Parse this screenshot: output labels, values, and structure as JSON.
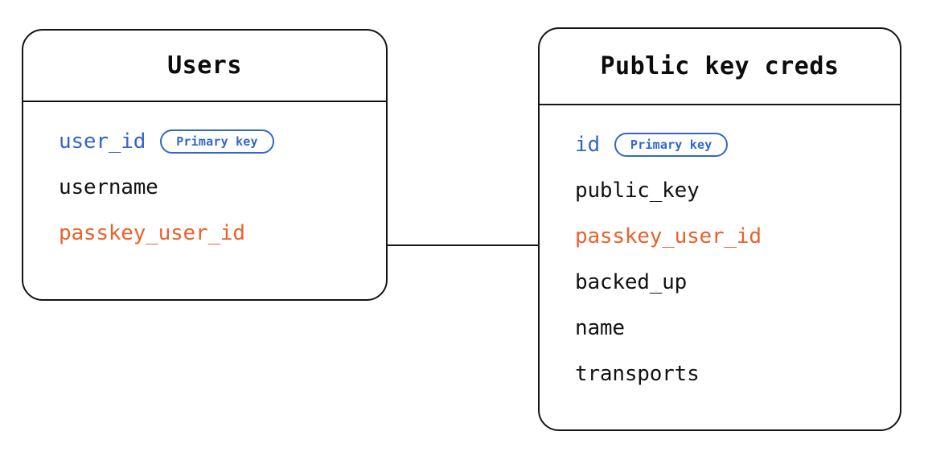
{
  "diagram": {
    "type": "entity-relationship-diagram",
    "background_color": "#ffffff",
    "colors": {
      "border": "#141414",
      "text": "#121212",
      "primary_key": "#3366CC",
      "foreign_key": "#E8622C",
      "connector": "#1a1a1a"
    },
    "badge_label": "Primary key",
    "entities": [
      {
        "id": "users",
        "title": "Users",
        "fields": [
          {
            "name": "user_id",
            "role": "pk",
            "badge": "Primary key"
          },
          {
            "name": "username",
            "role": "plain",
            "badge": ""
          },
          {
            "name": "passkey_user_id",
            "role": "fk",
            "badge": ""
          }
        ]
      },
      {
        "id": "public-key-creds",
        "title": "Public key creds",
        "fields": [
          {
            "name": "id",
            "role": "pk",
            "badge": "Primary key"
          },
          {
            "name": "public_key",
            "role": "plain",
            "badge": ""
          },
          {
            "name": "passkey_user_id",
            "role": "fk",
            "badge": ""
          },
          {
            "name": "backed_up",
            "role": "plain",
            "badge": ""
          },
          {
            "name": "name",
            "role": "plain",
            "badge": ""
          },
          {
            "name": "transports",
            "role": "plain",
            "badge": ""
          }
        ]
      }
    ],
    "relationships": [
      {
        "id": "users-to-creds",
        "from_entity": "Users",
        "from_field": "passkey_user_id",
        "to_entity": "Public key creds",
        "to_field": "passkey_user_id"
      }
    ]
  }
}
